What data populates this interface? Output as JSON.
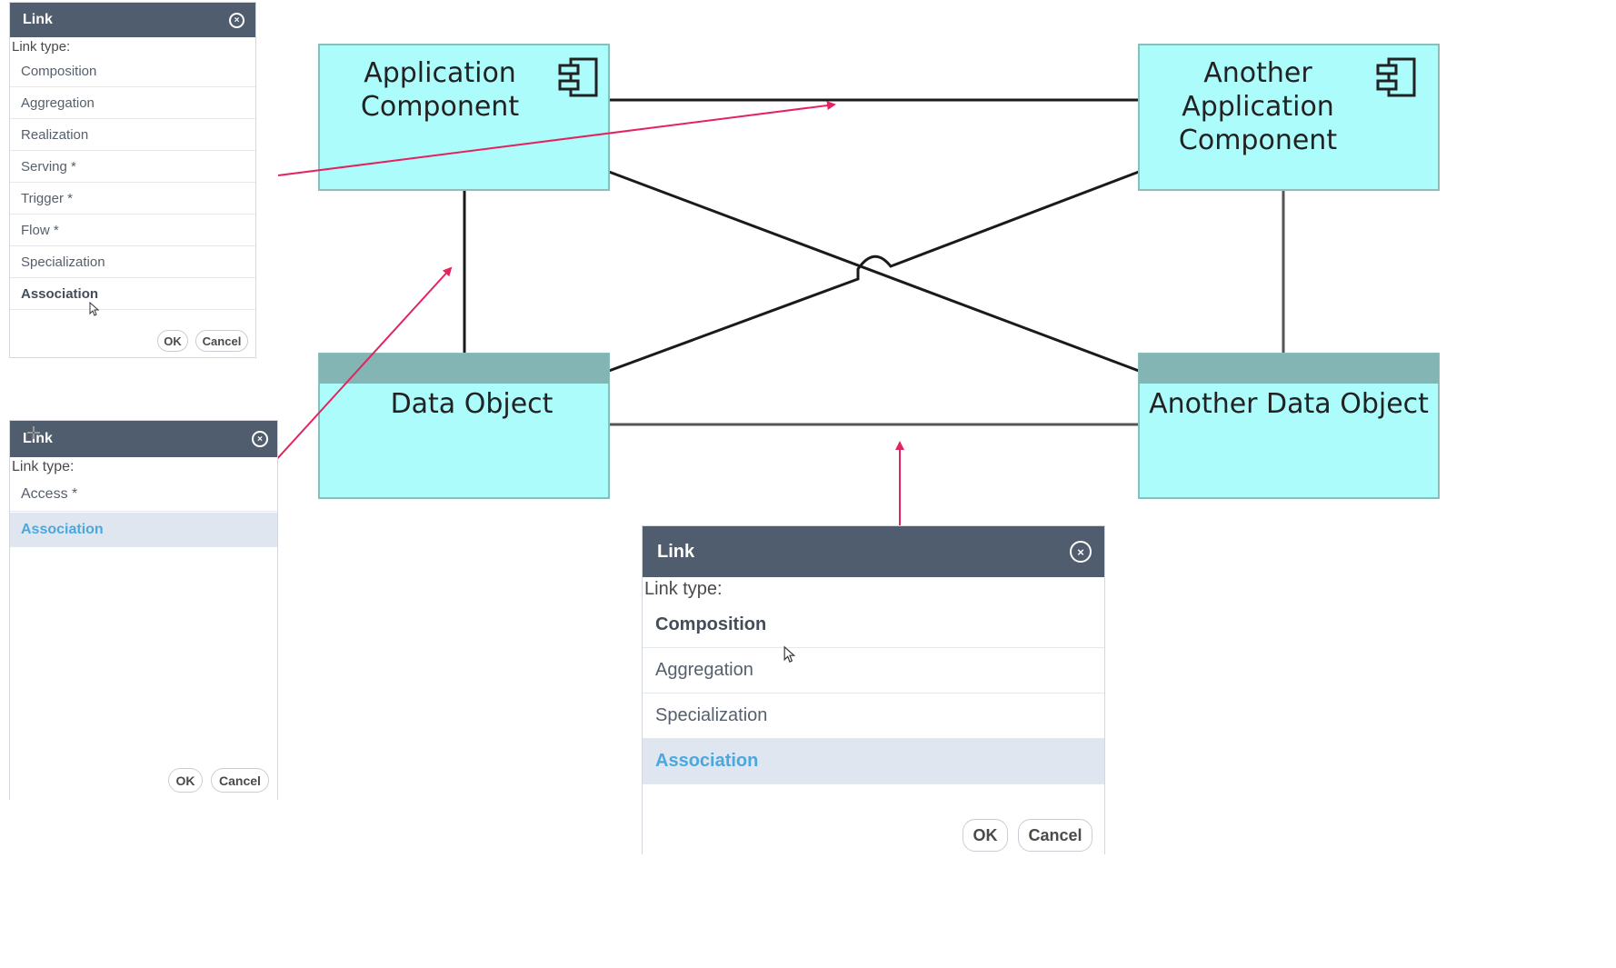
{
  "diagram": {
    "nodes": [
      {
        "id": "app1",
        "label_lines": [
          "Application",
          "Component"
        ],
        "kind": "application-component"
      },
      {
        "id": "app2",
        "label_lines": [
          "Another",
          "Application",
          "Component"
        ],
        "kind": "application-component"
      },
      {
        "id": "data1",
        "label_lines": [
          "Data Object"
        ],
        "kind": "data-object"
      },
      {
        "id": "data2",
        "label_lines": [
          "Another Data Object"
        ],
        "kind": "data-object"
      }
    ],
    "colors": {
      "node_fill": "#adfcfc",
      "node_border": "#8cbdb8",
      "data_header": "#82b5b3",
      "arrow": "#e2245f",
      "line": "#1a1a1a"
    }
  },
  "dialogs": {
    "d1": {
      "title": "Link",
      "link_type_label": "Link type:",
      "options": [
        {
          "label": "Composition",
          "state": "normal"
        },
        {
          "label": "Aggregation",
          "state": "normal"
        },
        {
          "label": "Realization",
          "state": "normal"
        },
        {
          "label": "Serving *",
          "state": "normal"
        },
        {
          "label": "Trigger *",
          "state": "normal"
        },
        {
          "label": "Flow *",
          "state": "normal"
        },
        {
          "label": "Specialization",
          "state": "normal"
        },
        {
          "label": "Association",
          "state": "hover"
        }
      ],
      "ok": "OK",
      "cancel": "Cancel"
    },
    "d2": {
      "title": "Link",
      "link_type_label": "Link type:",
      "options": [
        {
          "label": "Access *",
          "state": "normal"
        },
        {
          "label": "Association",
          "state": "selected"
        }
      ],
      "ok": "OK",
      "cancel": "Cancel"
    },
    "d3": {
      "title": "Link",
      "link_type_label": "Link type:",
      "options": [
        {
          "label": "Composition",
          "state": "hover"
        },
        {
          "label": "Aggregation",
          "state": "normal"
        },
        {
          "label": "Specialization",
          "state": "normal"
        },
        {
          "label": "Association",
          "state": "selected"
        }
      ],
      "ok": "OK",
      "cancel": "Cancel"
    }
  }
}
